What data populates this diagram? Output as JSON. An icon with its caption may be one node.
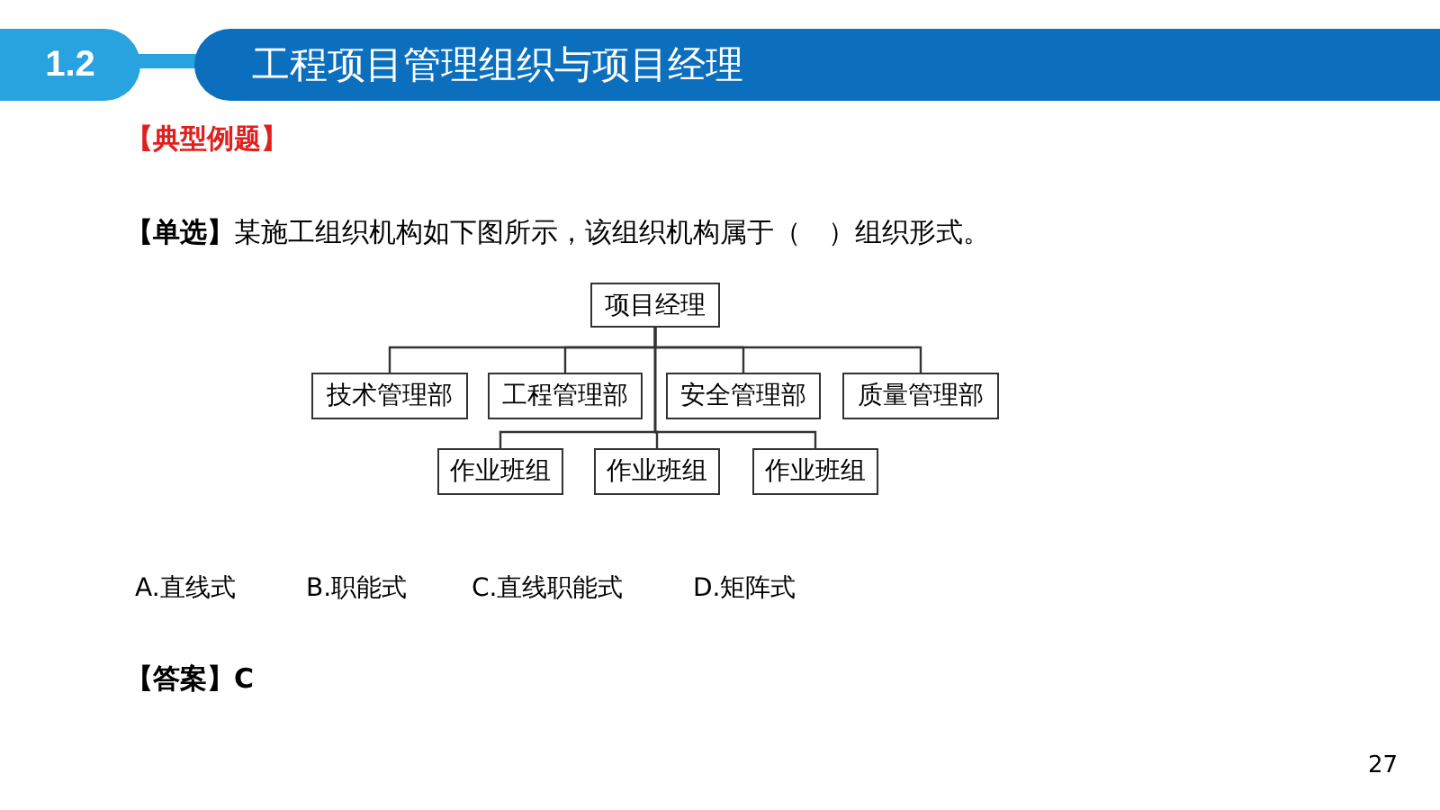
{
  "diagram": {
    "title": "工程项目管理组织与项目经理",
    "nodes": [
      {
        "text": [
          "项目经理"
        ]
      },
      {
        "text": [
          "技术管理部"
        ]
      },
      {
        "text": [
          "工程管理部"
        ]
      },
      {
        "text": [
          "安全管理部"
        ]
      },
      {
        "text": [
          "质量管理部"
        ]
      },
      {
        "text": [
          "作业班组"
        ]
      },
      {
        "text": [
          "作业班组"
        ]
      },
      {
        "text": [
          "作业班组"
        ]
      }
    ],
    "edges": [
      {
        "from": 0,
        "to": 1,
        "arrow": "none"
      },
      {
        "from": 0,
        "to": 2,
        "arrow": "none"
      },
      {
        "from": 0,
        "to": 3,
        "arrow": "none"
      },
      {
        "from": 0,
        "to": 4,
        "arrow": "none"
      },
      {
        "from": 0,
        "to": 5,
        "arrow": "none"
      },
      {
        "from": 0,
        "to": 6,
        "arrow": "none"
      },
      {
        "from": 0,
        "to": 7,
        "arrow": "none"
      }
    ],
    "labels": [
      "1.2",
      "【典型例题】",
      "**【单选】**某施工组织机构如下图所示，该组织机构属于（　）组织形式。",
      "A.直线式",
      "B.职能式",
      "C.直线职能式",
      "D.矩阵式",
      "【答案】C",
      "27"
    ]
  }
}
